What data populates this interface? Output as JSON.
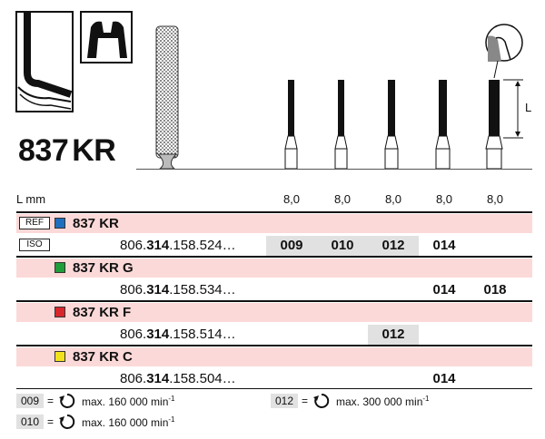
{
  "title": {
    "number": "837",
    "suffix": "KR"
  },
  "dimension_label": "L",
  "header": {
    "unit_label": "L mm",
    "lengths": [
      "8,0",
      "8,0",
      "8,0",
      "8,0",
      "8,0"
    ]
  },
  "tags": {
    "ref": "REF",
    "iso": "ISO"
  },
  "variants": [
    {
      "name": "837 KR",
      "color": "#1f6fbf",
      "ref_prefix": "806.",
      "ref_bold": "314",
      "ref_suffix": ".158.524…",
      "sizes": [
        "009",
        "010",
        "012",
        "014",
        ""
      ],
      "shaded": [
        true,
        true,
        true,
        false,
        false
      ]
    },
    {
      "name": "837 KR G",
      "color": "#1f9e3a",
      "ref_prefix": "806.",
      "ref_bold": "314",
      "ref_suffix": ".158.534…",
      "sizes": [
        "",
        "",
        "",
        "014",
        "018"
      ],
      "shaded": [
        false,
        false,
        false,
        false,
        false
      ]
    },
    {
      "name": "837 KR F",
      "color": "#d9262b",
      "ref_prefix": "806.",
      "ref_bold": "314",
      "ref_suffix": ".158.514…",
      "sizes": [
        "",
        "",
        "012",
        "",
        ""
      ],
      "shaded": [
        false,
        false,
        true,
        false,
        false
      ]
    },
    {
      "name": "837 KR C",
      "color": "#f2e21c",
      "ref_prefix": "806.",
      "ref_bold": "314",
      "ref_suffix": ".158.504…",
      "sizes": [
        "",
        "",
        "",
        "014",
        ""
      ],
      "shaded": [
        false,
        false,
        false,
        false,
        false
      ]
    }
  ],
  "legend": [
    {
      "code": "009",
      "eq": "=",
      "text": "max. 160 000 min",
      "exp": "-1"
    },
    {
      "code": "012",
      "eq": "=",
      "text": "max. 300 000 min",
      "exp": "-1"
    },
    {
      "code": "010",
      "eq": "=",
      "text": "max. 160 000 min",
      "exp": "-1"
    }
  ]
}
